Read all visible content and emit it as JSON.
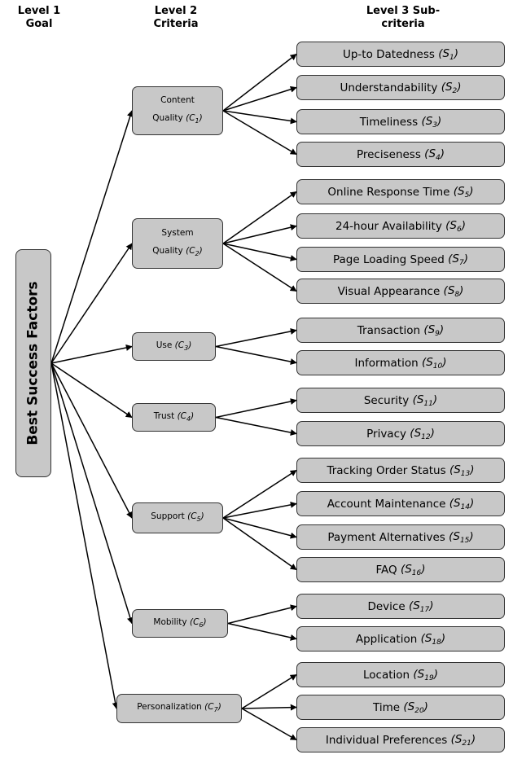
{
  "headers": {
    "level1": [
      "Level 1",
      "Goal"
    ],
    "level2": [
      "Level 2",
      "Criteria"
    ],
    "level3": [
      "Level 3 Sub-",
      "criteria"
    ]
  },
  "goal": "Best Success Factors",
  "criteria": [
    {
      "id": "c1",
      "lines": [
        "Content",
        "Quality"
      ],
      "letter": "C",
      "idx": "1"
    },
    {
      "id": "c2",
      "lines": [
        "System",
        "Quality"
      ],
      "letter": "C",
      "idx": "2"
    },
    {
      "id": "c3",
      "lines": [
        "Use"
      ],
      "letter": "C",
      "idx": "3"
    },
    {
      "id": "c4",
      "lines": [
        "Trust"
      ],
      "letter": "C",
      "idx": "4"
    },
    {
      "id": "c5",
      "lines": [
        "Support"
      ],
      "letter": "C",
      "idx": "5"
    },
    {
      "id": "c6",
      "lines": [
        "Mobility"
      ],
      "letter": "C",
      "idx": "6"
    },
    {
      "id": "c7",
      "lines": [
        "Personalization"
      ],
      "letter": "C",
      "idx": "7"
    }
  ],
  "subcriteria": [
    {
      "name": "Up-to Datedness",
      "letter": "S",
      "idx": "1",
      "parent": "c1"
    },
    {
      "name": "Understandability",
      "letter": "S",
      "idx": "2",
      "parent": "c1"
    },
    {
      "name": "Timeliness",
      "letter": "S",
      "idx": "3",
      "parent": "c1"
    },
    {
      "name": "Preciseness",
      "letter": "S",
      "idx": "4",
      "parent": "c1"
    },
    {
      "name": "Online Response Time",
      "letter": "S",
      "idx": "5",
      "parent": "c2"
    },
    {
      "name": "24-hour Availability",
      "letter": "S",
      "idx": "6",
      "parent": "c2"
    },
    {
      "name": "Page Loading Speed",
      "letter": "S",
      "idx": "7",
      "parent": "c2"
    },
    {
      "name": "Visual Appearance",
      "letter": "S",
      "idx": "8",
      "parent": "c2"
    },
    {
      "name": "Transaction",
      "letter": "S",
      "idx": "9",
      "parent": "c3"
    },
    {
      "name": "Information",
      "letter": "S",
      "idx": "10",
      "parent": "c3"
    },
    {
      "name": "Security",
      "letter": "S",
      "idx": "11",
      "parent": "c4"
    },
    {
      "name": "Privacy",
      "letter": "S",
      "idx": "12",
      "parent": "c4"
    },
    {
      "name": "Tracking Order Status",
      "letter": "S",
      "idx": "13",
      "parent": "c5"
    },
    {
      "name": "Account Maintenance",
      "letter": "S",
      "idx": "14",
      "parent": "c5"
    },
    {
      "name": "Payment Alternatives",
      "letter": "S",
      "idx": "15",
      "parent": "c5"
    },
    {
      "name": "FAQ",
      "letter": "S",
      "idx": "16",
      "parent": "c5"
    },
    {
      "name": "Device",
      "letter": "S",
      "idx": "17",
      "parent": "c6"
    },
    {
      "name": "Application",
      "letter": "S",
      "idx": "18",
      "parent": "c6"
    },
    {
      "name": "Location",
      "letter": "S",
      "idx": "19",
      "parent": "c7"
    },
    {
      "name": "Time",
      "letter": "S",
      "idx": "20",
      "parent": "c7"
    },
    {
      "name": "Individual Preferences",
      "letter": "S",
      "idx": "21",
      "parent": "c7"
    }
  ]
}
